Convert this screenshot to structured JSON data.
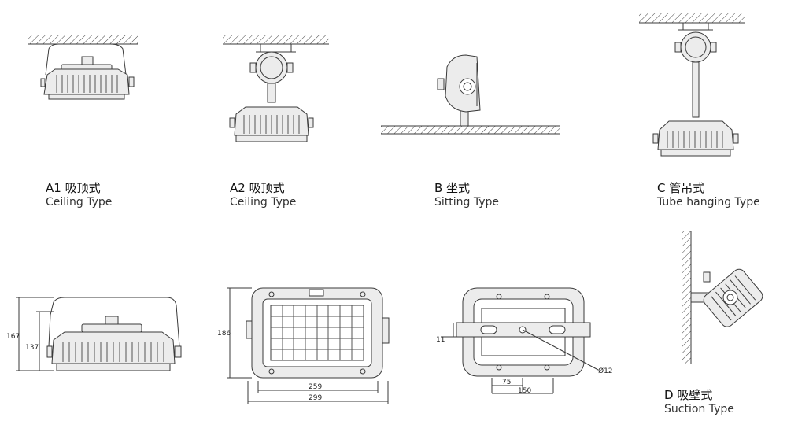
{
  "views": [
    {
      "id": "a1",
      "zh": "A1 吸顶式",
      "en": "Ceiling  Type"
    },
    {
      "id": "a2",
      "zh": "A2 吸顶式",
      "en": "Ceiling  Type"
    },
    {
      "id": "b",
      "zh": "B 坐式",
      "en": "Sitting Type"
    },
    {
      "id": "c",
      "zh": "C 管吊式",
      "en": "Tube hanging Type"
    },
    {
      "id": "d",
      "zh": "D 吸壁式",
      "en": "Suction Type"
    }
  ],
  "dimensions": {
    "height_total": "167",
    "height_body": "137",
    "front_height": "186",
    "front_inner_width": "259",
    "front_outer_width": "299",
    "bracket_thickness": "11",
    "hole_diameter": "Ø12",
    "hole_spacing_half": "75",
    "hole_spacing": "150"
  },
  "colors": {
    "line": "#3a3a3a",
    "fill": "#ececec",
    "text": "#222222"
  }
}
